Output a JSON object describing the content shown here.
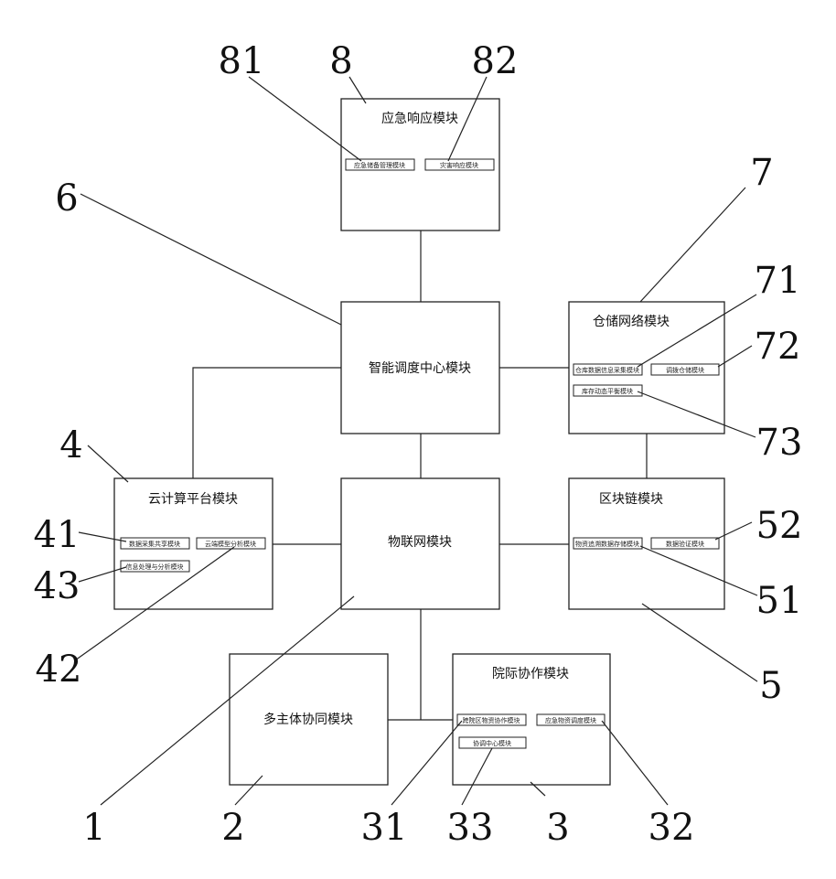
{
  "modules": {
    "emergency": {
      "title": "应急响应模块",
      "sub1": "应急储备管理模块",
      "sub2": "灾害响应模块"
    },
    "dispatch": {
      "title": "智能调度中心模块"
    },
    "warehouse": {
      "title": "仓储网络模块",
      "sub1": "仓库数据信息采集模块",
      "sub2": "调拨仓储模块",
      "sub3": "库存动态平衡模块"
    },
    "cloud": {
      "title": "云计算平台模块",
      "sub1": "数据采集共享模块",
      "sub2": "云端模型分析模块",
      "sub3": "信息处理与分析模块"
    },
    "iot": {
      "title": "物联网模块"
    },
    "blockchain": {
      "title": "区块链模块",
      "sub1": "物资追溯数据存储模块",
      "sub2": "数据验证模块"
    },
    "multi": {
      "title": "多主体协同模块"
    },
    "hospital": {
      "title": "院际协作模块",
      "sub1": "跨院区物资协作模块",
      "sub2": "应急物资调度模块",
      "sub3": "协调中心模块"
    }
  },
  "refs": {
    "r1": "1",
    "r2": "2",
    "r3": "3",
    "r31": "31",
    "r32": "32",
    "r33": "33",
    "r4": "4",
    "r41": "41",
    "r42": "42",
    "r43": "43",
    "r5": "5",
    "r51": "51",
    "r52": "52",
    "r6": "6",
    "r7": "7",
    "r71": "71",
    "r72": "72",
    "r73": "73",
    "r8": "8",
    "r81": "81",
    "r82": "82"
  }
}
